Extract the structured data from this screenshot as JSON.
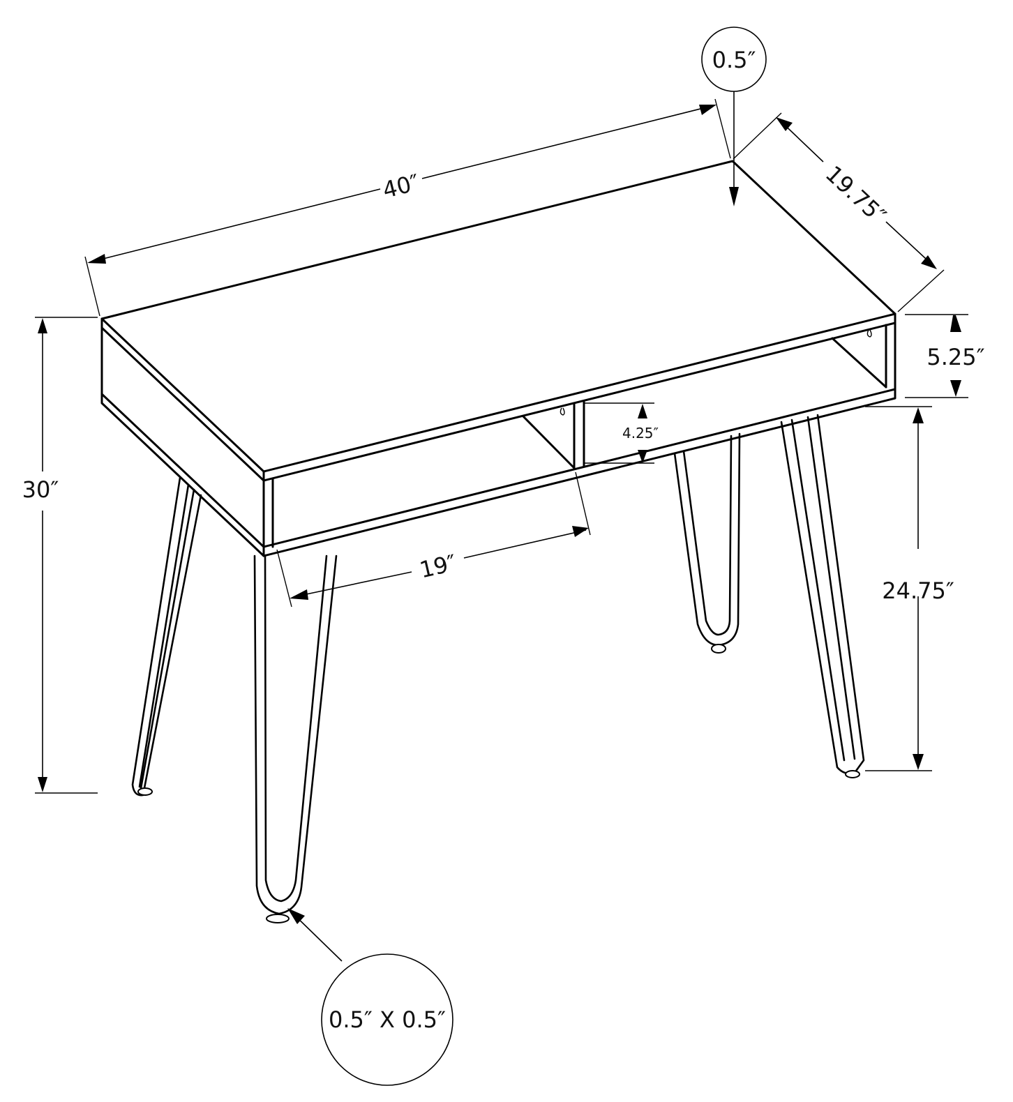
{
  "diagram": {
    "subject": "Writing desk with open shelf and hairpin legs",
    "line_color": "#000000",
    "background": "#ffffff",
    "dimensions": {
      "width": "40″",
      "depth": "19.75″",
      "height": "30″",
      "top_thickness": "0.5″",
      "shelf_height_right": "5.25″",
      "shelf_height_center": "4.25″",
      "shelf_opening_width": "19″",
      "leg_height": "24.75″",
      "foot_size": "0.5″ X 0.5″"
    },
    "callouts": [
      {
        "id": "top-thickness",
        "label": "0.5″"
      },
      {
        "id": "foot-size",
        "label": "0.5″ X 0.5″"
      }
    ]
  }
}
